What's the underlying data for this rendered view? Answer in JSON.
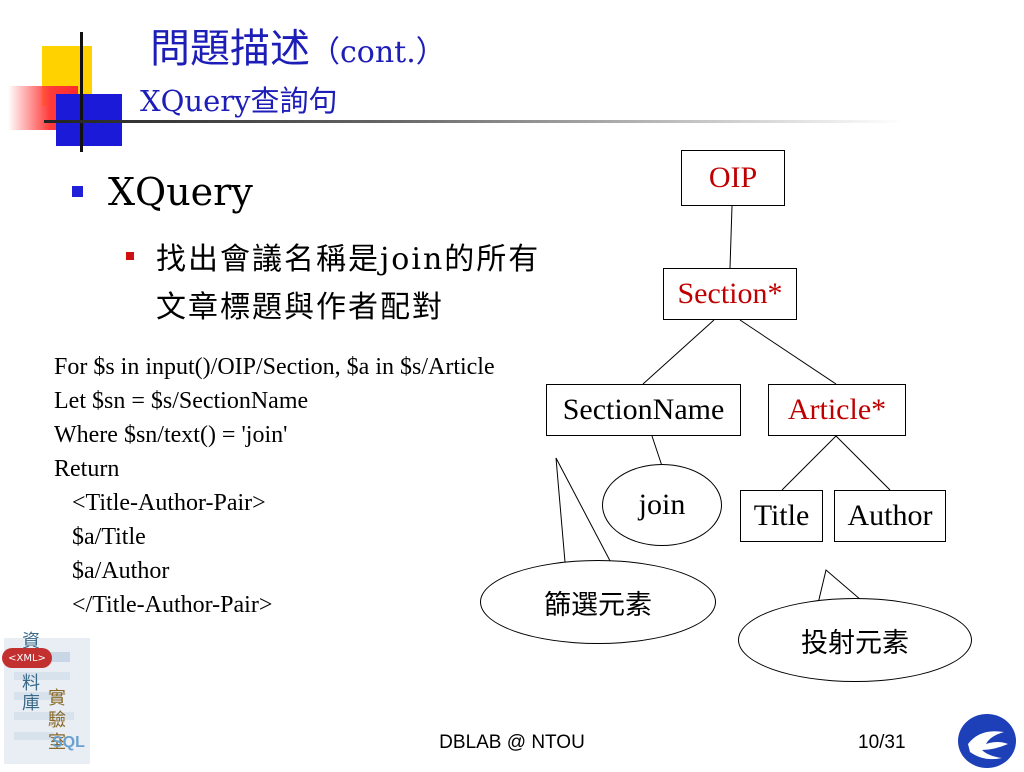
{
  "slide": {
    "title": "問題描述",
    "title_suffix": "（cont.）",
    "subtitle": "XQuery查詢句"
  },
  "bullets": {
    "level1": "XQuery",
    "level2_line1": "找出會議名稱是join的所有",
    "level2_line2": "文章標題與作者配對"
  },
  "code_lines": [
    "For $s in input()/OIP/Section, $a in $s/Article",
    "Let $sn = $s/SectionName",
    "Where $sn/text() = 'join'",
    "Return",
    "   <Title-Author-Pair>",
    "   $a/Title",
    "   $a/Author",
    "   </Title-Author-Pair>"
  ],
  "tree": {
    "root": "OIP",
    "section": "Section*",
    "section_name": "SectionName",
    "article": "Article*",
    "join_value": "join",
    "title": "Title",
    "author": "Author"
  },
  "callouts": {
    "filter": "篩選元素",
    "projection": "投射元素"
  },
  "footer": {
    "center": "DBLAB @ NTOU",
    "page": "10/31"
  },
  "logo_left": {
    "chars": [
      "資",
      "料",
      "庫",
      "實",
      "驗",
      "室"
    ],
    "xml_badge": "<XML>",
    "sql_text": "SQL"
  },
  "colors": {
    "title_blue": "#1d1db8",
    "node_red": "#c00000",
    "bullet_blue": "#2020d8",
    "bullet_red": "#d01010"
  }
}
